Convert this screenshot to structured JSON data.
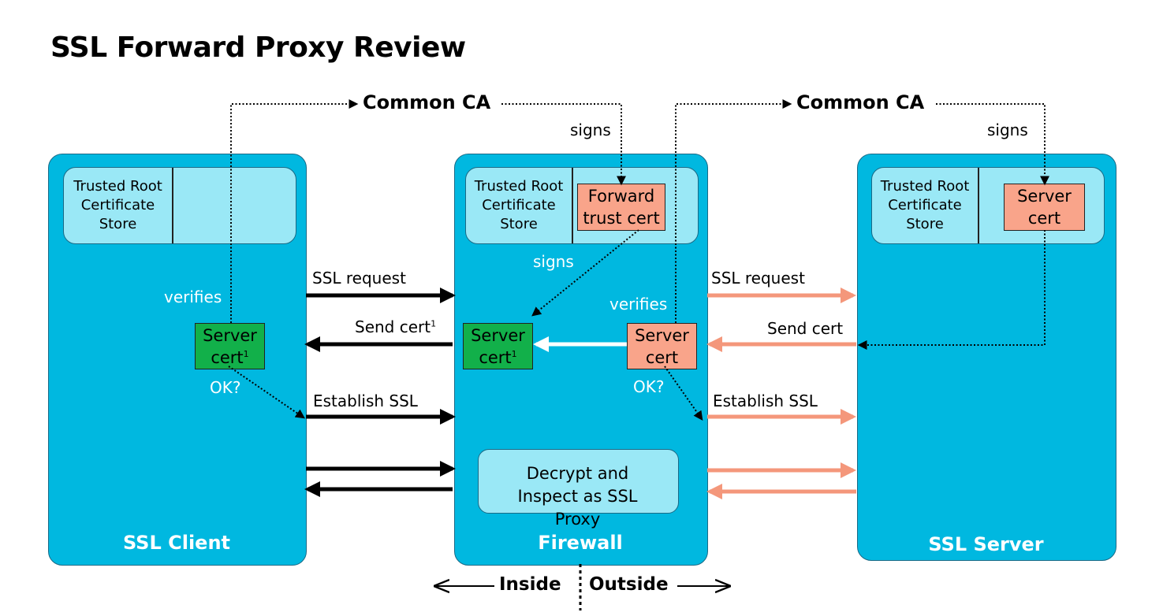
{
  "title": "SSL Forward Proxy Review",
  "common_ca_left": "Common CA",
  "common_ca_right": "Common CA",
  "signs_left": "signs",
  "signs_right": "signs",
  "client": {
    "name": "SSL Client",
    "store_label": "Trusted Root\nCertificate\nStore",
    "verifies": "verifies",
    "ok": "OK?",
    "cert_label": "Server\ncert",
    "cert_sup": "1"
  },
  "firewall": {
    "name": "Firewall",
    "store_label": "Trusted Root\nCertificate\nStore",
    "forward_trust_cert": "Forward\ntrust cert",
    "signs": "signs",
    "generated_cert": "Server\ncert",
    "generated_cert_sup": "1",
    "verifies": "verifies",
    "ok": "OK?",
    "received_cert": "Server\ncert",
    "decrypt_text": "Decrypt and\nInspect as SSL\nProxy"
  },
  "server": {
    "name": "SSL Server",
    "store_label": "Trusted Root\nCertificate\nStore",
    "cert_label": "Server\ncert"
  },
  "left_flow": {
    "ssl_request": "SSL request",
    "send_cert": "Send cert",
    "send_cert_sup": "1",
    "establish": "Establish SSL"
  },
  "right_flow": {
    "ssl_request": "SSL request",
    "send_cert": "Send cert",
    "establish": "Establish SSL"
  },
  "inside": "Inside",
  "outside": "Outside",
  "colors": {
    "panel": "#00b8e0",
    "store": "#9ae8f6",
    "salmon_cert": "#f9a48a",
    "green_cert": "#12b04a",
    "outside_arrow": "#f4977b",
    "inside_arrow": "#000000"
  }
}
